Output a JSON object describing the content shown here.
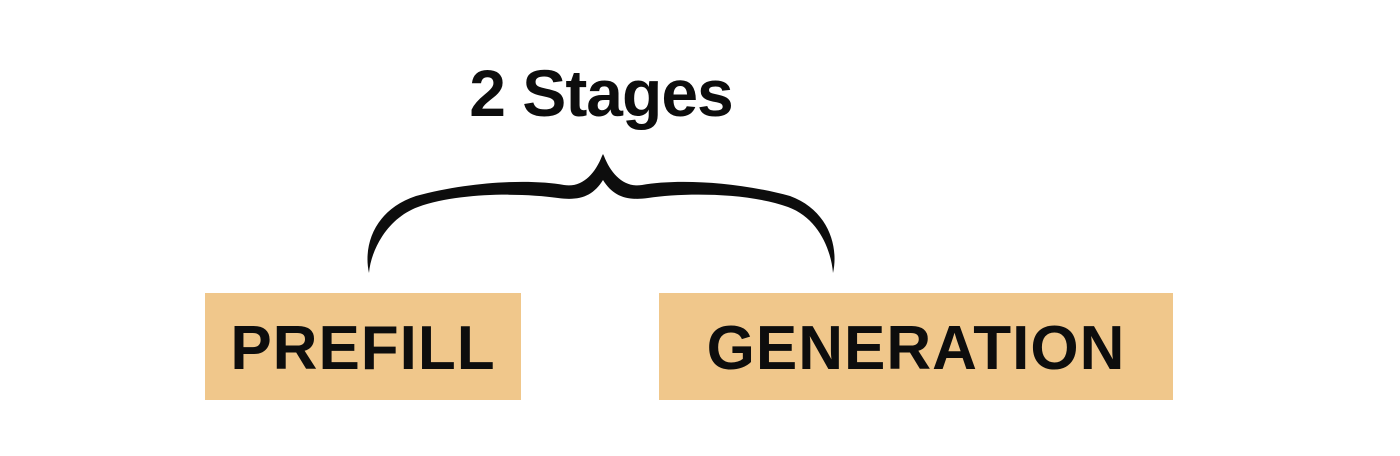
{
  "diagram": {
    "title": "2 Stages",
    "stages": [
      {
        "label": "PREFILL"
      },
      {
        "label": "GENERATION"
      }
    ],
    "icons": {
      "brace": "curly-brace-down-icon"
    },
    "colors": {
      "background": "#ffffff",
      "stage_box_bg": "#f0c78b",
      "text": "#0d0d0d"
    }
  }
}
